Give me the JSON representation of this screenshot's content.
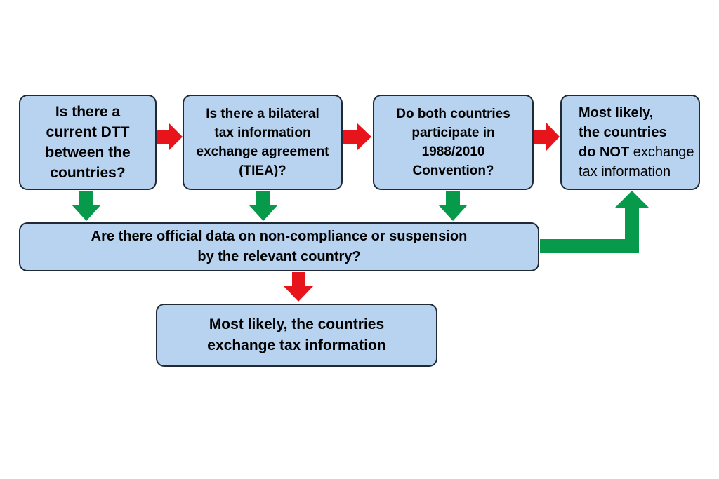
{
  "colors": {
    "box_fill": "#b7d3ef",
    "box_border": "#1f2a36",
    "arrow_red": "#e8141b",
    "arrow_green": "#079a4b"
  },
  "nodes": {
    "dtt": {
      "lines": [
        "Is there a",
        "current DTT",
        "between the",
        "countries?"
      ]
    },
    "tiea": {
      "lines": [
        "Is there a bilateral",
        "tax information",
        "exchange agreement",
        "(TIEA)?"
      ]
    },
    "convention": {
      "lines": [
        "Do both countries",
        "participate in",
        "1988/2010",
        "Convention?"
      ]
    },
    "no_exchange": {
      "line1": "Most likely,",
      "line2": "the countries",
      "line3_bold": "do NOT",
      "line3_plain": "exchange",
      "line4": "tax information"
    },
    "noncompliance": {
      "lines": [
        "Are there official data on non-compliance or suspension",
        "by the relevant country?"
      ]
    },
    "exchange": {
      "lines": [
        "Most likely, the countries",
        "exchange tax information"
      ]
    }
  },
  "edges": [
    {
      "from": "dtt",
      "to": "tiea",
      "color": "red"
    },
    {
      "from": "tiea",
      "to": "convention",
      "color": "red"
    },
    {
      "from": "convention",
      "to": "no_exchange",
      "color": "red"
    },
    {
      "from": "dtt",
      "to": "noncompliance",
      "color": "green"
    },
    {
      "from": "tiea",
      "to": "noncompliance",
      "color": "green"
    },
    {
      "from": "convention",
      "to": "noncompliance",
      "color": "green"
    },
    {
      "from": "noncompliance",
      "to": "no_exchange",
      "color": "green"
    },
    {
      "from": "noncompliance",
      "to": "exchange",
      "color": "red"
    }
  ]
}
